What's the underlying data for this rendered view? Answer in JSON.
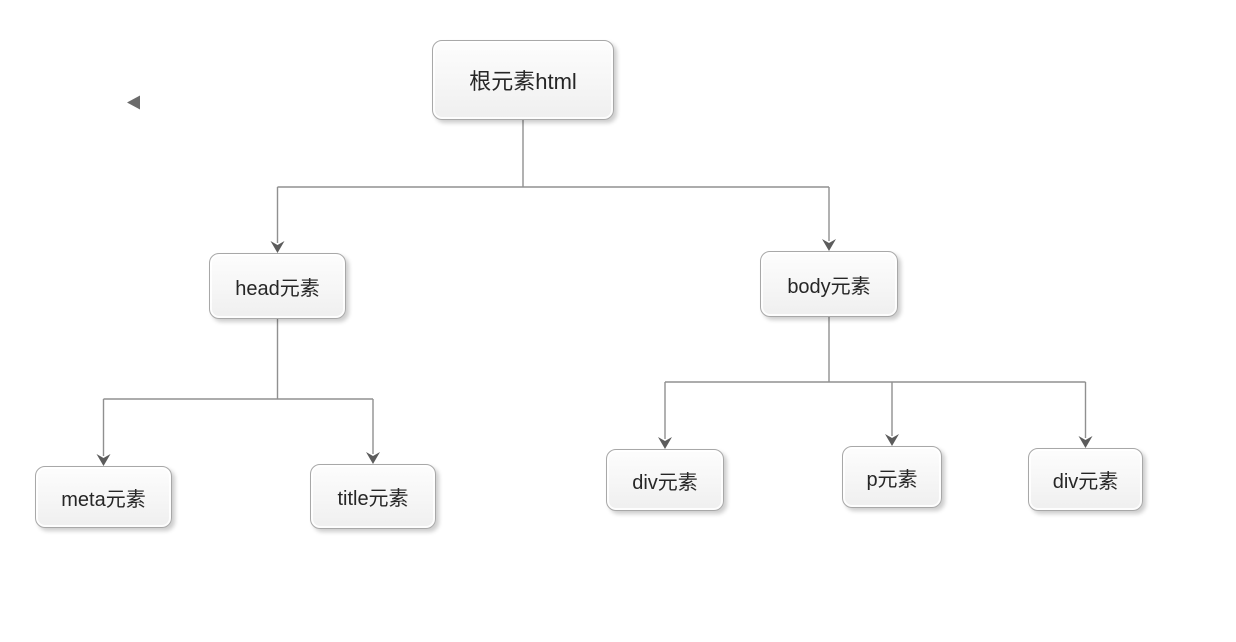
{
  "diagram": {
    "type": "tree",
    "nodes": {
      "root": {
        "label": "根元素html"
      },
      "head": {
        "label": "head元素"
      },
      "body": {
        "label": "body元素"
      },
      "meta": {
        "label": "meta元素"
      },
      "title": {
        "label": "title元素"
      },
      "div1": {
        "label": "div元素"
      },
      "p": {
        "label": "p元素"
      },
      "div2": {
        "label": "div元素"
      }
    },
    "edges": [
      {
        "from": "root",
        "to": "head"
      },
      {
        "from": "root",
        "to": "body"
      },
      {
        "from": "head",
        "to": "meta"
      },
      {
        "from": "head",
        "to": "title"
      },
      {
        "from": "body",
        "to": "div1"
      },
      {
        "from": "body",
        "to": "p"
      },
      {
        "from": "body",
        "to": "div2"
      }
    ],
    "colors": {
      "canvas_background": "#ffffff",
      "node_fill_top": "#fdfdfd",
      "node_fill_bottom": "#efefef",
      "node_border": "#a8a8a8",
      "connector": "#909090",
      "arrowhead": "#5c5c5c",
      "text": "#262626"
    }
  },
  "icons": {
    "collapse_triangle": "left-pointing-triangle"
  }
}
